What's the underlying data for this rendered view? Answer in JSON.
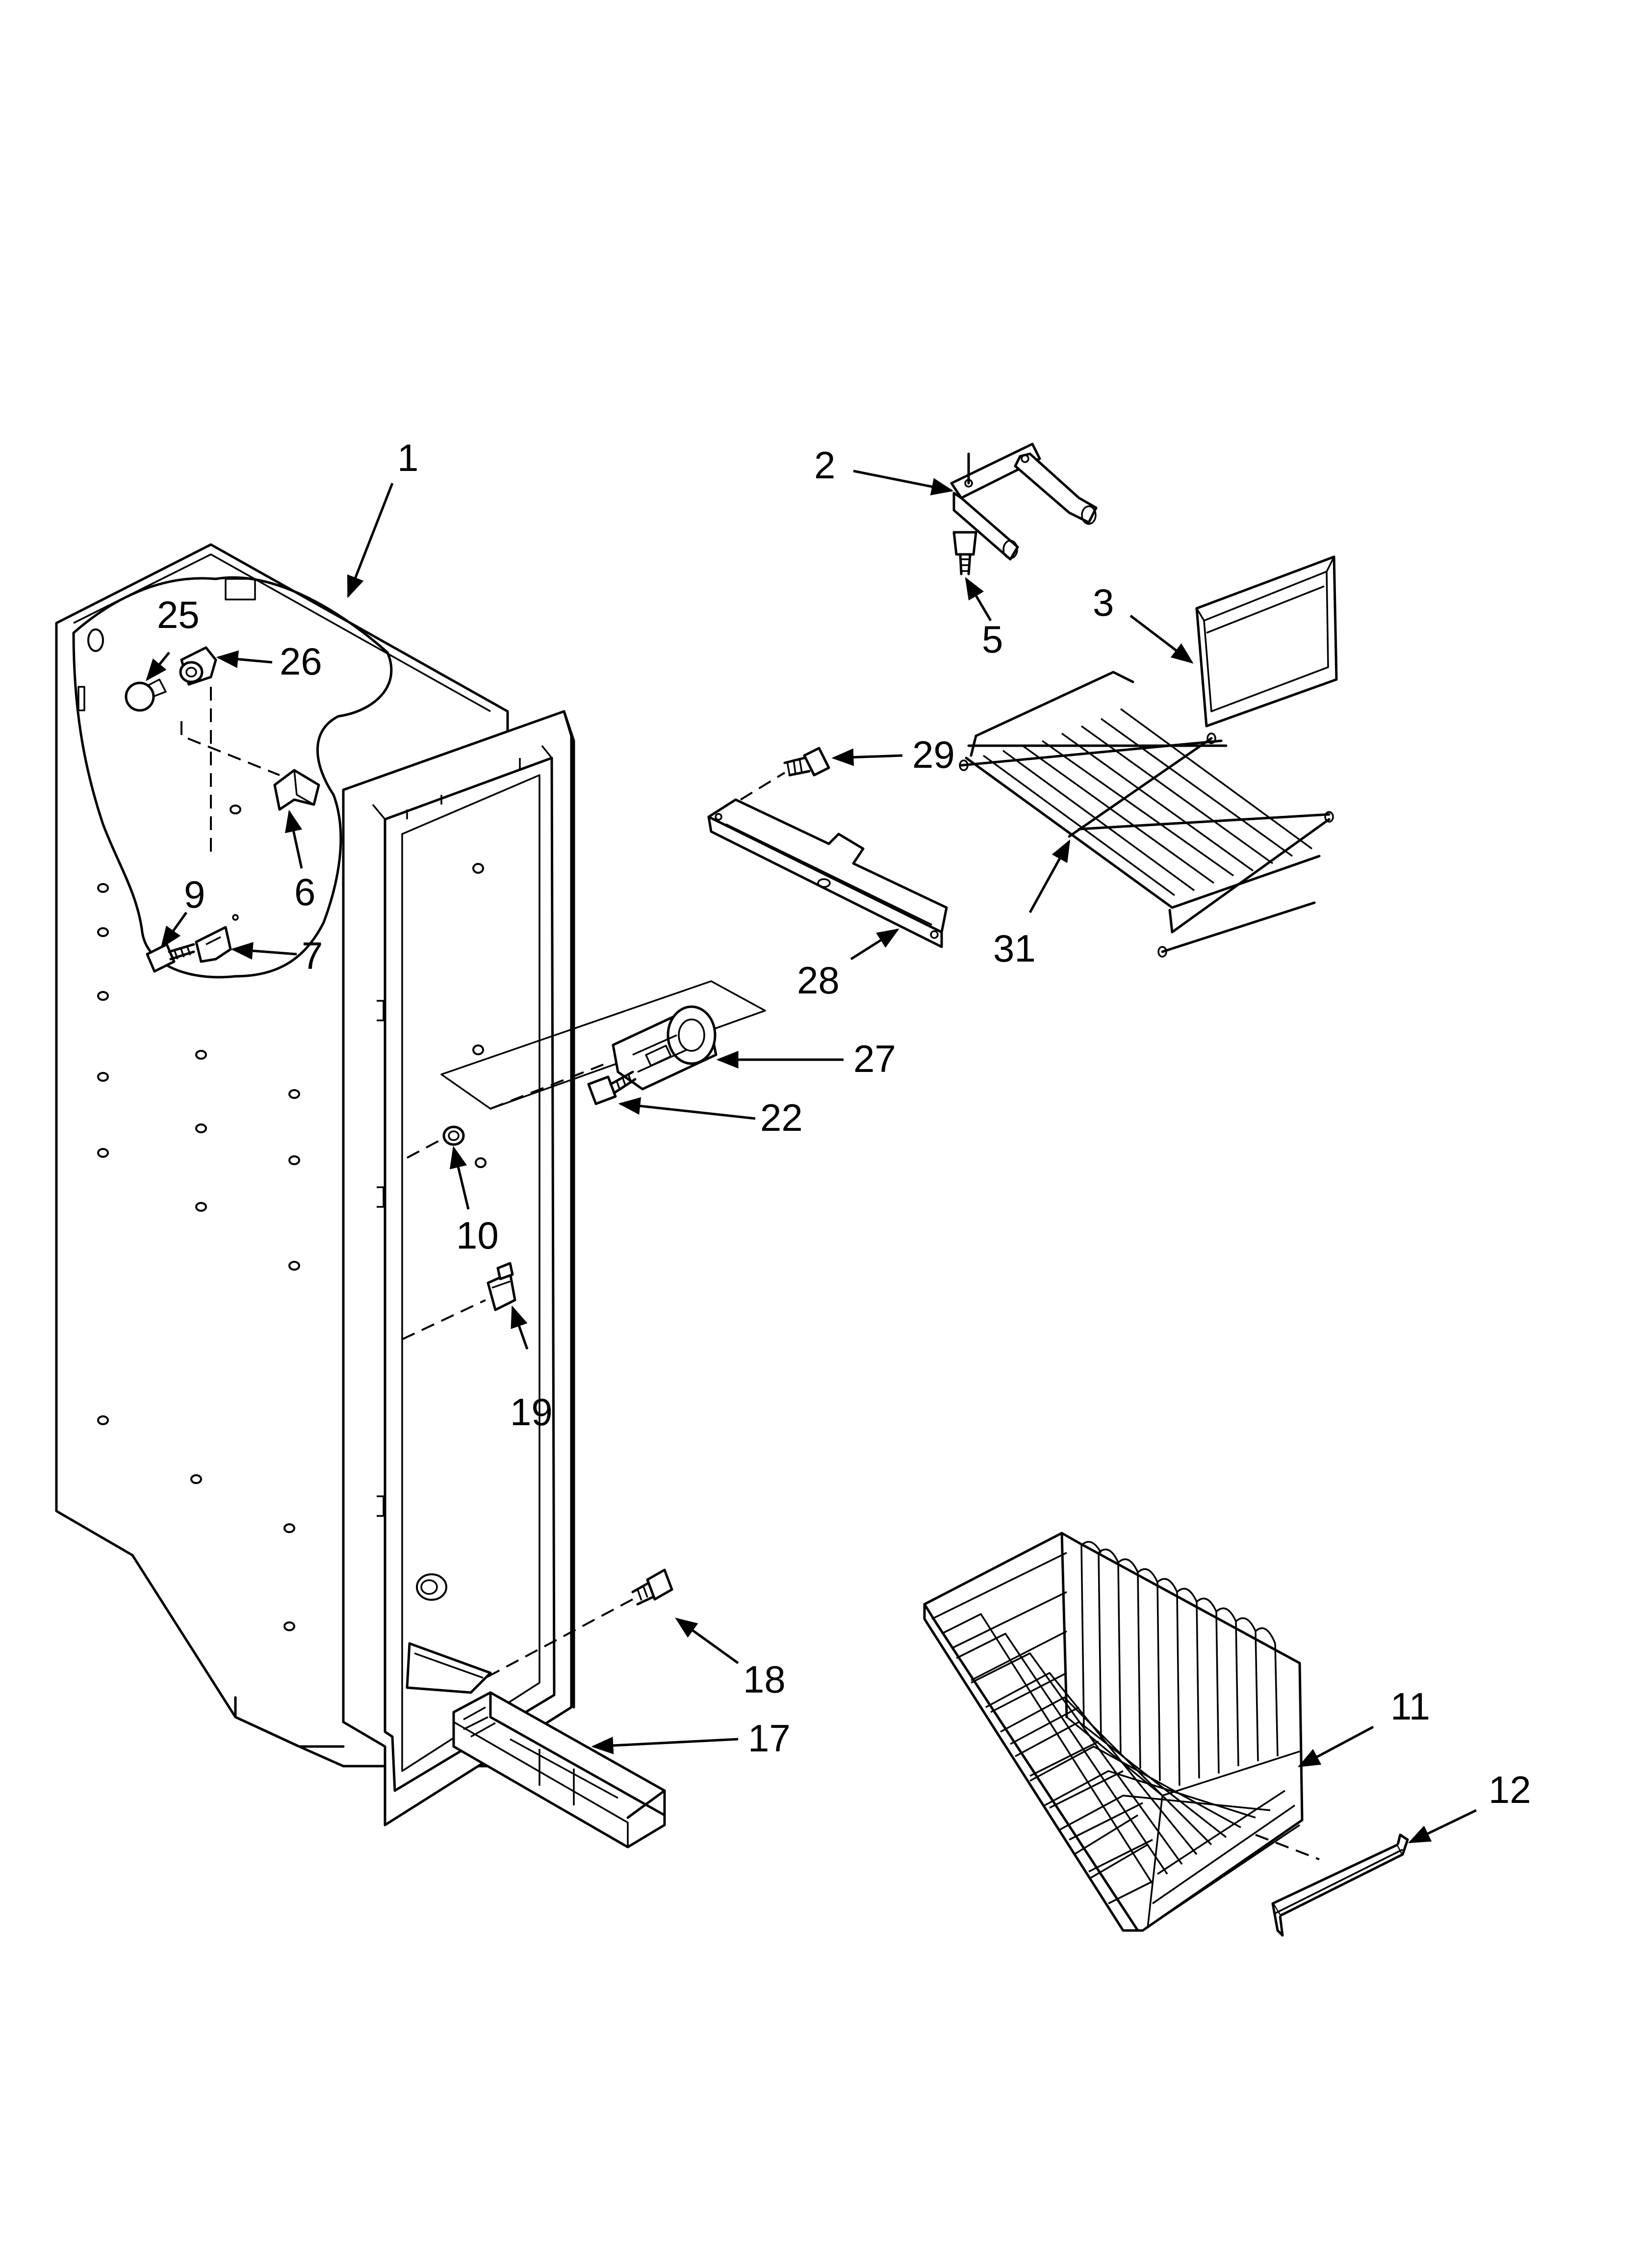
{
  "diagram": {
    "callouts": [
      {
        "id": "1",
        "label": "1"
      },
      {
        "id": "2",
        "label": "2"
      },
      {
        "id": "3",
        "label": "3"
      },
      {
        "id": "5",
        "label": "5"
      },
      {
        "id": "6",
        "label": "6"
      },
      {
        "id": "7",
        "label": "7"
      },
      {
        "id": "9",
        "label": "9"
      },
      {
        "id": "10",
        "label": "10"
      },
      {
        "id": "11",
        "label": "11"
      },
      {
        "id": "12",
        "label": "12"
      },
      {
        "id": "17",
        "label": "17"
      },
      {
        "id": "18",
        "label": "18"
      },
      {
        "id": "19",
        "label": "19"
      },
      {
        "id": "22",
        "label": "22"
      },
      {
        "id": "25",
        "label": "25"
      },
      {
        "id": "26",
        "label": "26"
      },
      {
        "id": "27",
        "label": "27"
      },
      {
        "id": "28",
        "label": "28"
      },
      {
        "id": "29",
        "label": "29"
      },
      {
        "id": "31",
        "label": "31"
      }
    ],
    "colors": {
      "ink": "#000000",
      "paper": "#ffffff"
    }
  }
}
